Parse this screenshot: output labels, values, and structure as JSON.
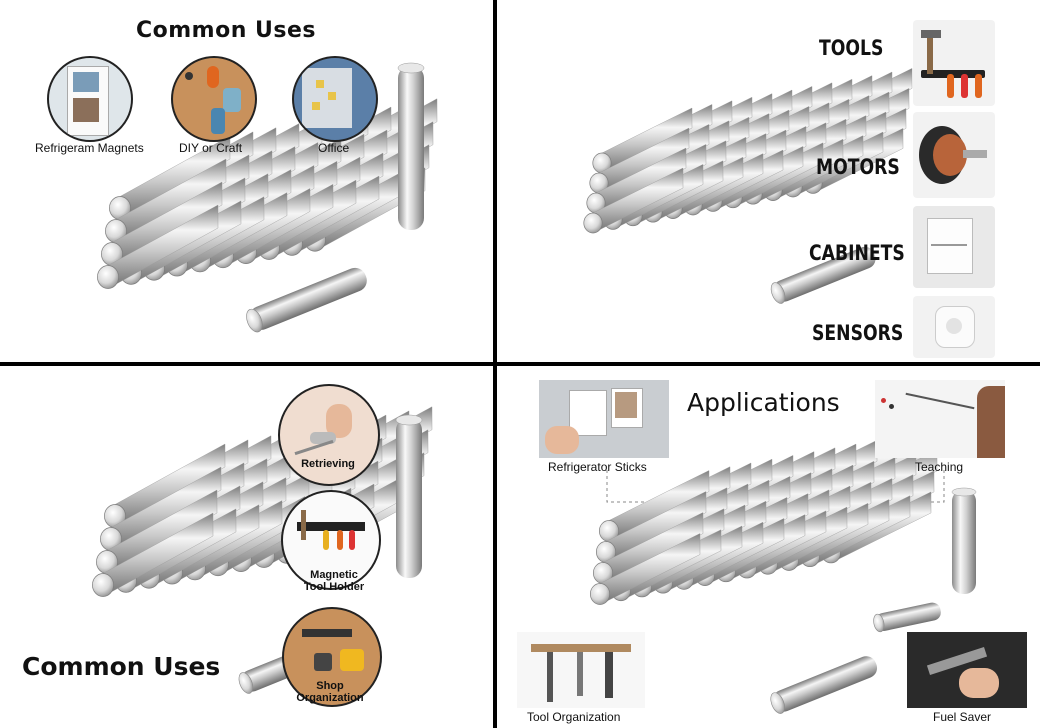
{
  "q1": {
    "title": "Common Uses",
    "labels": [
      "Refrigeram Magnets",
      "DIY or Craft",
      "Office"
    ]
  },
  "q2": {
    "labels": [
      "TOOLS",
      "MOTORS",
      "CABINETS",
      "SENSORS"
    ]
  },
  "q3": {
    "title": "Common Uses",
    "labels": [
      "Retrieving",
      "Magnetic\nTool Holder",
      "Shop\nOrganization"
    ]
  },
  "q4": {
    "title": "Applications",
    "labels": [
      "Refrigerator Sticks",
      "Teaching",
      "Tool Organization",
      "Fuel Saver"
    ]
  },
  "colors": {
    "divider": "#000000",
    "magnet_light": "#f4f4f4",
    "magnet_dark": "#8a8a8a",
    "wood": "#c8915c",
    "orange": "#e0661f"
  }
}
